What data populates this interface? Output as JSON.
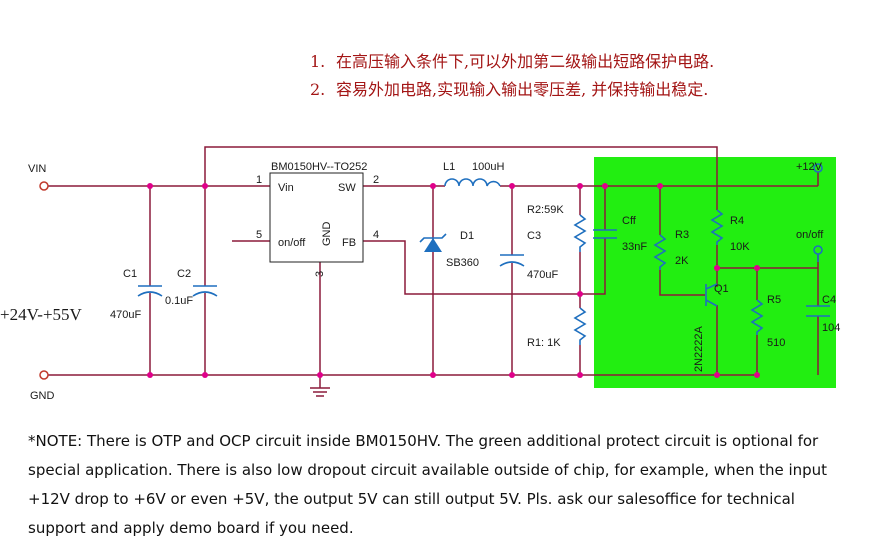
{
  "notes": [
    {
      "num": "1.",
      "text": "在高压输入条件下,可以外加第二级输出短路保护电路."
    },
    {
      "num": "2.",
      "text": "容易外加电路,实现输入输出零压差, 并保持输出稳定."
    }
  ],
  "labels": {
    "vin": "VIN",
    "gnd": "GND",
    "input_range": "+24V-+55V",
    "ic_name": "BM0150HV--TO252",
    "pin1": "1",
    "pin2": "2",
    "pin3": "3",
    "pin4": "4",
    "pin5": "5",
    "pin_vin": "Vin",
    "pin_sw": "SW",
    "pin_onoff": "on/off",
    "pin_gnd": "GND",
    "pin_fb": "FB",
    "l1": "L1",
    "l1_val": "100uH",
    "d1": "D1",
    "d1_val": "SB360",
    "c1": "C1",
    "c1_val": "470uF",
    "c2": "C2",
    "c2_val": "0.1uF",
    "c3": "C3",
    "c3_val": "470uF",
    "r2": "R2:59K",
    "r1": "R1: 1K",
    "cff": "Cff",
    "cff_val": "33nF",
    "r3": "R3",
    "r3_val": "2K",
    "r4": "R4",
    "r4_val": "10K",
    "r5": "R5",
    "r5_val": "510",
    "c4": "C4",
    "c4_val": "104",
    "q1": "Q1",
    "q1_part": "2N2222A",
    "out": "+12V",
    "onoff": "on/off"
  },
  "footer": "*NOTE: There is OTP and OCP circuit inside BM0150HV.   The green additional protect circuit is optional for special application. There is also low dropout circuit available outside of chip, for example, when the input +12V drop to +6V or even +5V, the output 5V can still output 5V. Pls. ask our salesoffice for technical support and apply demo board if you need.",
  "colors": {
    "protect_area": "#22ee11",
    "wire": "#8b1a3a",
    "node": "#e0008a",
    "text_red": "#a31515"
  }
}
